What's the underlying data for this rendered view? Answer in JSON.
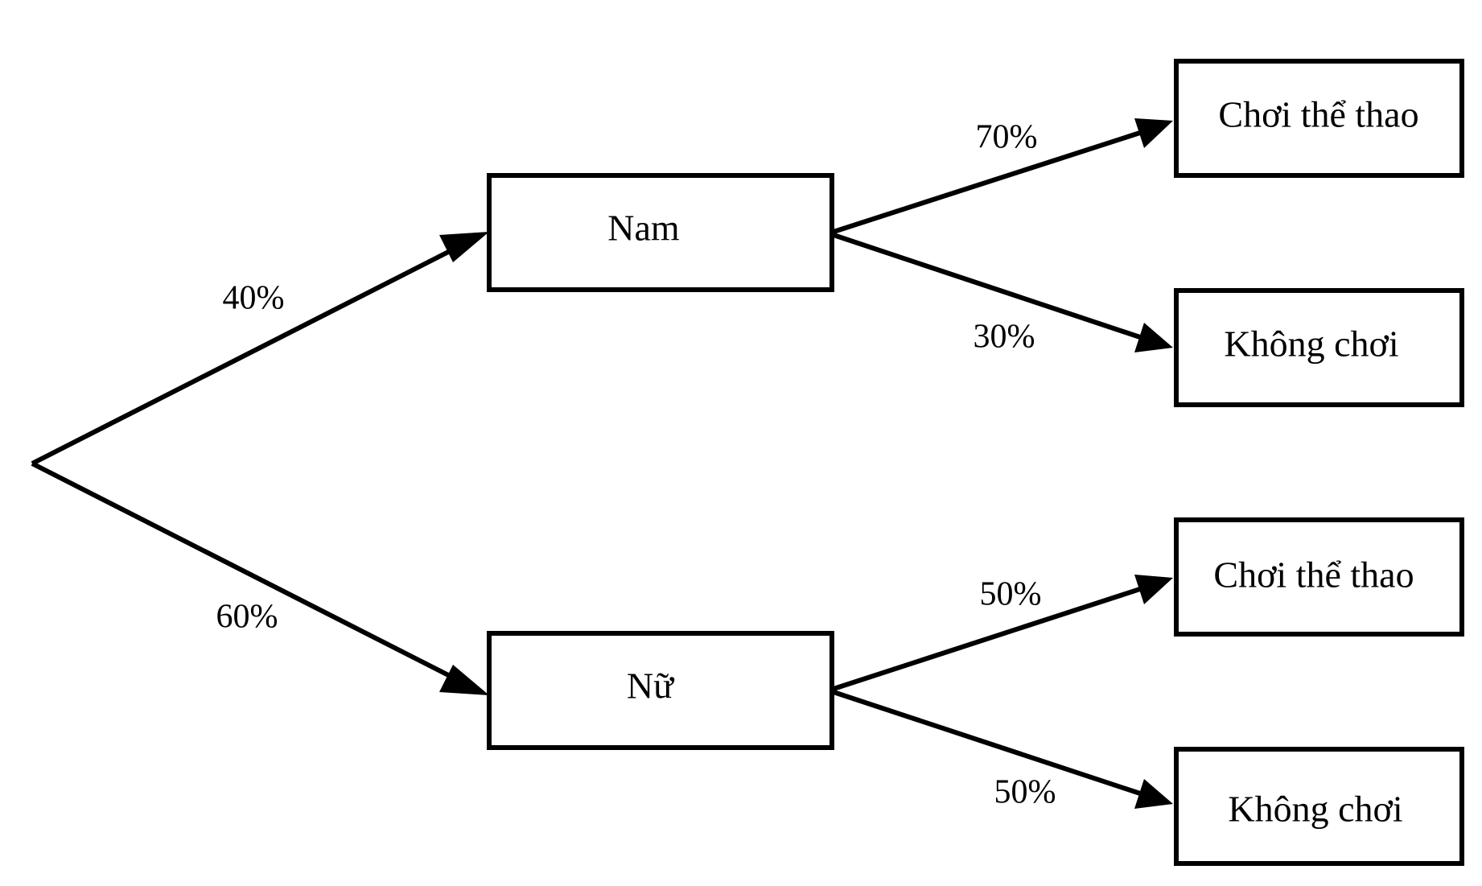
{
  "diagram": {
    "nodes": {
      "male": "Nam",
      "female": "Nữ",
      "male_plays": "Chơi thể thao",
      "male_not": "Không chơi",
      "female_plays": "Chơi thể thao",
      "female_not": "Không chơi"
    },
    "edges": {
      "root_to_male": "40%",
      "root_to_female": "60%",
      "male_to_plays": "70%",
      "male_to_not": "30%",
      "female_to_plays": "50%",
      "female_to_not": "50%"
    },
    "colors": {
      "stroke": "#000000",
      "background": "#ffffff"
    }
  }
}
